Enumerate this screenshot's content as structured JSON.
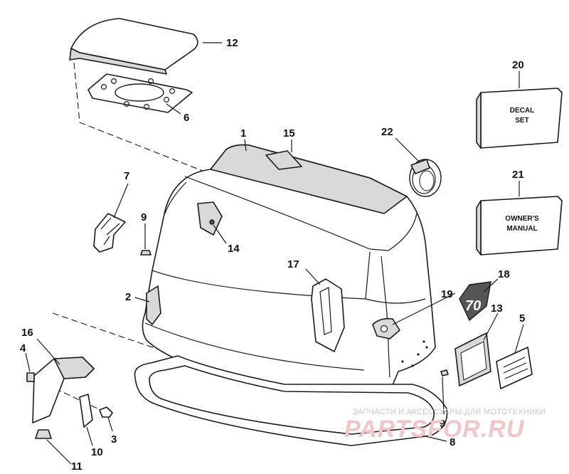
{
  "callouts": [
    {
      "id": "1",
      "label": "1"
    },
    {
      "id": "2",
      "label": "2"
    },
    {
      "id": "3",
      "label": "3"
    },
    {
      "id": "4",
      "label": "4"
    },
    {
      "id": "5",
      "label": "5"
    },
    {
      "id": "6",
      "label": "6"
    },
    {
      "id": "7",
      "label": "7"
    },
    {
      "id": "8",
      "label": "8"
    },
    {
      "id": "9a",
      "label": "9"
    },
    {
      "id": "9b",
      "label": "9"
    },
    {
      "id": "10",
      "label": "10"
    },
    {
      "id": "11",
      "label": "11"
    },
    {
      "id": "12",
      "label": "12"
    },
    {
      "id": "13",
      "label": "13"
    },
    {
      "id": "14",
      "label": "14"
    },
    {
      "id": "15",
      "label": "15"
    },
    {
      "id": "16",
      "label": "16"
    },
    {
      "id": "17",
      "label": "17"
    },
    {
      "id": "18",
      "label": "18"
    },
    {
      "id": "19",
      "label": "19"
    },
    {
      "id": "20",
      "label": "20"
    },
    {
      "id": "21",
      "label": "21"
    },
    {
      "id": "22",
      "label": "22"
    }
  ],
  "boxes": {
    "decal_set": {
      "line1": "DECAL",
      "line2": "SET"
    },
    "owners_manual": {
      "line1": "OWNER'S",
      "line2": "MANUAL"
    }
  },
  "decal_18_text": "70",
  "watermark": {
    "subtitle": "ЗАПЧАСТИ И АКСЕССУАРЫ ДЛЯ МОТОТЕХНИКИ",
    "logo": "PARTSFOR.RU"
  }
}
